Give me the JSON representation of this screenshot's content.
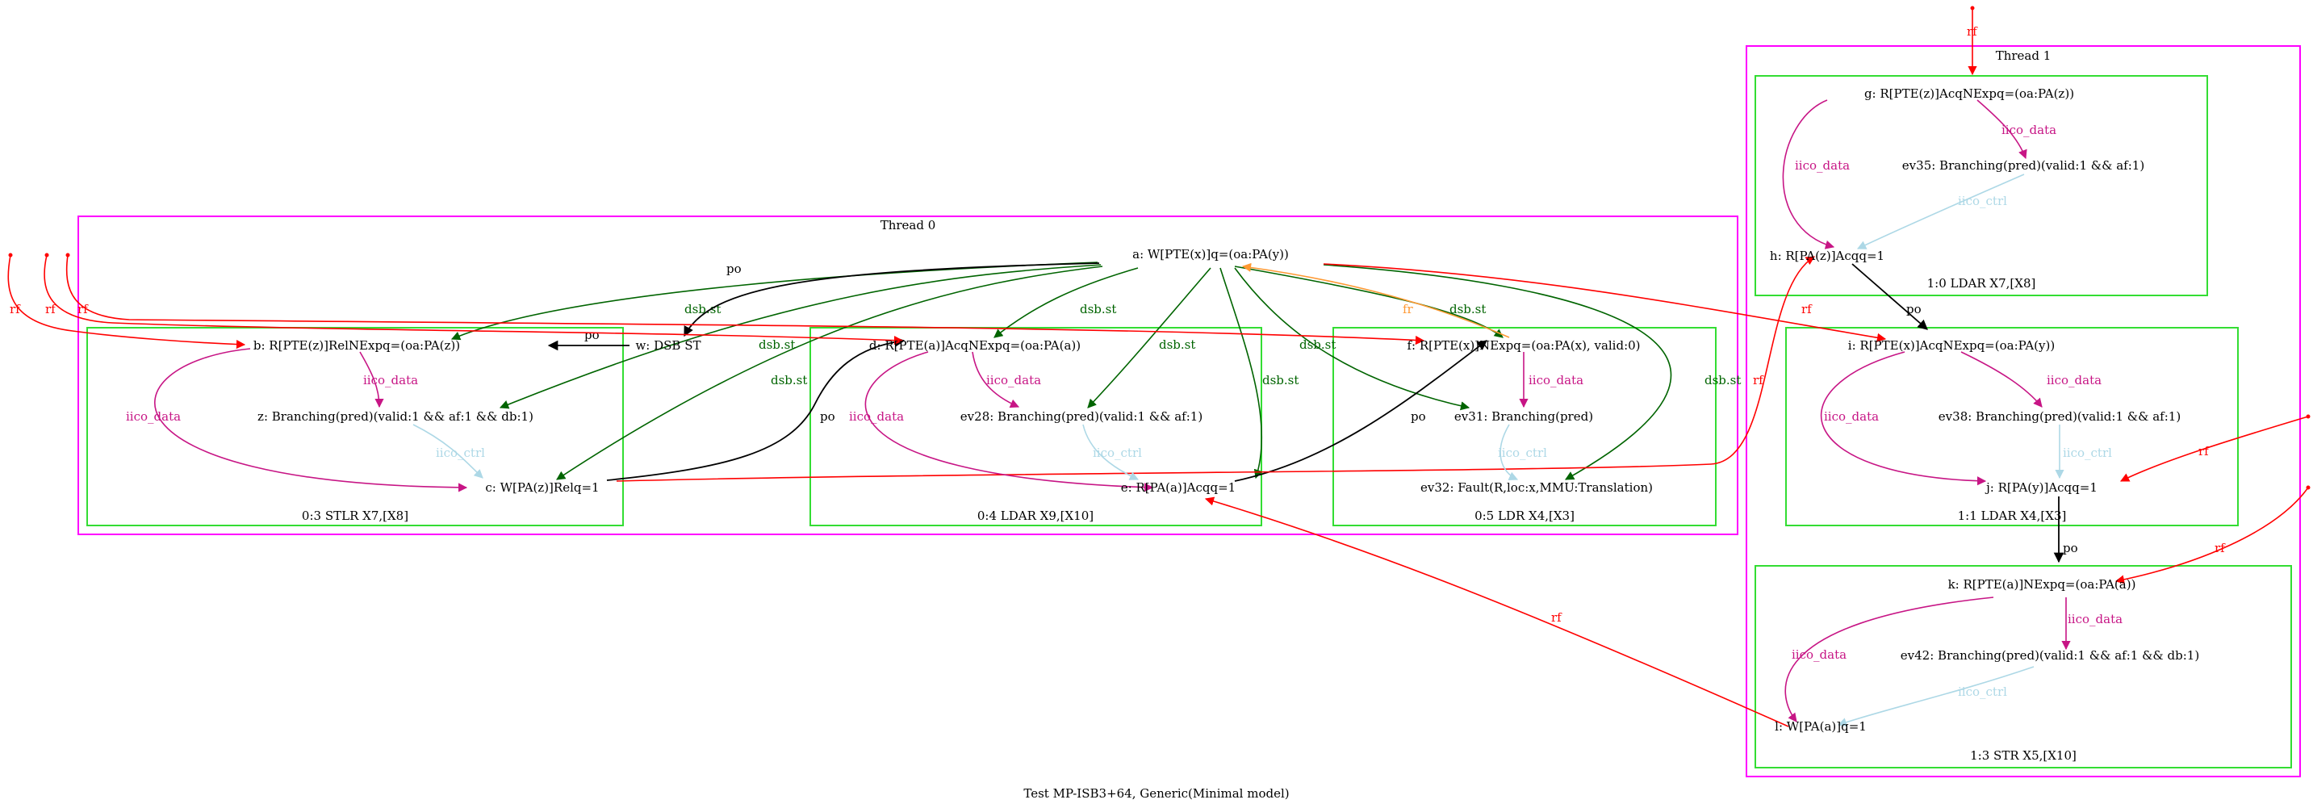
{
  "caption": "Test MP-ISB3+64, Generic(Minimal model)",
  "threads": {
    "t0": "Thread 0",
    "t1": "Thread 1"
  },
  "instructions": {
    "i03": "0:3 STLR X7,[X8]",
    "i04": "0:4 LDAR X9,[X10]",
    "i05": "0:5 LDR X4,[X3]",
    "i10": "1:0 LDAR X7,[X8]",
    "i11": "1:1 LDAR X4,[X3]",
    "i13": "1:3 STR X5,[X10]"
  },
  "events": {
    "a": "a: W[PTE(x)]q=(oa:PA(y))",
    "w": "w: DSB ST",
    "b": "b: R[PTE(z)]RelNExpq=(oa:PA(z))",
    "z": "z: Branching(pred)(valid:1 && af:1 && db:1)",
    "c": "c: W[PA(z)]Relq=1",
    "d": "d: R[PTE(a)]AcqNExpq=(oa:PA(a))",
    "ev28": "ev28: Branching(pred)(valid:1 && af:1)",
    "e": "e: R[PA(a)]Acqq=1",
    "f": "f: R[PTE(x)]NExpq=(oa:PA(x), valid:0)",
    "ev31": "ev31: Branching(pred)",
    "ev32": "ev32: Fault(R,loc:x,MMU:Translation)",
    "g": "g: R[PTE(z)]AcqNExpq=(oa:PA(z))",
    "ev35": "ev35: Branching(pred)(valid:1 && af:1)",
    "h": "h: R[PA(z)]Acqq=1",
    "i": "i: R[PTE(x)]AcqNExpq=(oa:PA(y))",
    "ev38": "ev38: Branching(pred)(valid:1 && af:1)",
    "j": "j: R[PA(y)]Acqq=1",
    "k": "k: R[PTE(a)]NExpq=(oa:PA(a))",
    "ev42": "ev42: Branching(pred)(valid:1 && af:1 && db:1)",
    "l": "l: W[PA(a)]q=1"
  },
  "edge_labels": {
    "po": "po",
    "rf": "rf",
    "fr": "fr",
    "dsb": "dsb.st",
    "iico_data": "iico_data",
    "iico_ctrl": "iico_ctrl"
  },
  "colors": {
    "thread_box": "#ff00ff",
    "instr_box": "#33dd33",
    "po": "#000000",
    "rf": "#ff0000",
    "fr": "#ff9933",
    "dsb": "#006400",
    "iico_data": "#c71585",
    "iico_ctrl": "#add8e6"
  }
}
